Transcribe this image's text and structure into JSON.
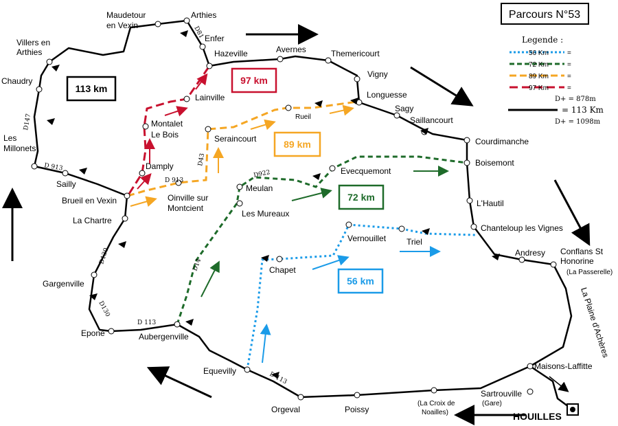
{
  "title": "Parcours N°53",
  "legend": {
    "heading": "Legende :",
    "items": [
      {
        "label": "56 Km",
        "suffix": "=",
        "color": "#1a9be8",
        "style": "dotted"
      },
      {
        "label": "72 Km",
        "suffix": "=",
        "color": "#1e6b2a",
        "style": "dashed"
      },
      {
        "label": "89 Km",
        "suffix": "=",
        "color": "#f5a623",
        "style": "dashed"
      },
      {
        "label": "97 Km",
        "suffix": "=",
        "color": "#c8102e",
        "style": "dashed"
      }
    ],
    "elev_short": "D+ = 878m",
    "main_label": "= 113 Km",
    "elev_main": "D+ = 1098m"
  },
  "distance_boxes": [
    {
      "id": "113",
      "label": "113 km",
      "color": "#000000"
    },
    {
      "id": "97",
      "label": "97 km",
      "color": "#c8102e"
    },
    {
      "id": "89",
      "label": "89 km",
      "color": "#f5a623"
    },
    {
      "id": "72",
      "label": "72 km",
      "color": "#1e6b2a"
    },
    {
      "id": "56",
      "label": "56 km",
      "color": "#1a9be8"
    }
  ],
  "places": {
    "maudetour_1": "Maudetour",
    "maudetour_2": "en Vexin",
    "arthies": "Arthies",
    "enfer": "Enfer",
    "villers_1": "Villers en",
    "villers_2": "Arthies",
    "hazeville": "Hazeville",
    "avernes": "Avernes",
    "themericourt": "Themericourt",
    "vigny": "Vigny",
    "chaudry": "Chaudry",
    "lainville": "Lainville",
    "longuesse": "Longuesse",
    "sagy": "Sagy",
    "saillancourt": "Saillancourt",
    "rueil": "Rueil",
    "montalet_1": "Montalet",
    "montalet_2": "Le Bois",
    "seraincourt": "Seraincourt",
    "millonets_1": "Les",
    "millonets_2": "Millonets",
    "courdimanche": "Courdimanche",
    "boisemont": "Boisemont",
    "damply": "Damply",
    "evecquemont": "Evecquemont",
    "sailly": "Sailly",
    "meulan": "Meulan",
    "brueil": "Brueil en Vexin",
    "oinville_1": "Oinville sur",
    "oinville_2": "Montcient",
    "mureaux": "Les Mureaux",
    "lhautil": "L'Hautil",
    "lachartre": "La Chartre",
    "chanteloup": "Chanteloup les Vignes",
    "vernouillet": "Vernouillet",
    "triel": "Triel",
    "andresy": "Andresy",
    "conflans_1": "Conflans St",
    "conflans_2": "Honorine",
    "conflans_3": "(La Passerelle)",
    "chapet": "Chapet",
    "gargenville": "Gargenville",
    "plaine": "La Plaine d'Achères",
    "epone": "Epone",
    "aubergenville": "Aubergenville",
    "equevilly": "Equevilly",
    "maisons": "Maisons-Laffitte",
    "sartrouville_1": "Sartrouville",
    "sartrouville_2": "(Gare)",
    "orgeval": "Orgeval",
    "poissy": "Poissy",
    "croix_1": "(La Croix de",
    "croix_2": "Noailles)",
    "houilles": "HOUILLES"
  },
  "roads": {
    "d81": "D81",
    "d147": "D147",
    "d913_w": "D 913",
    "d913_e": "D 913",
    "d43": "D43",
    "d922": "D922",
    "d130_a": "D130",
    "d130_b": "D130",
    "d14": "D14",
    "d113_w": "D 113",
    "d113_e": "D 113"
  }
}
